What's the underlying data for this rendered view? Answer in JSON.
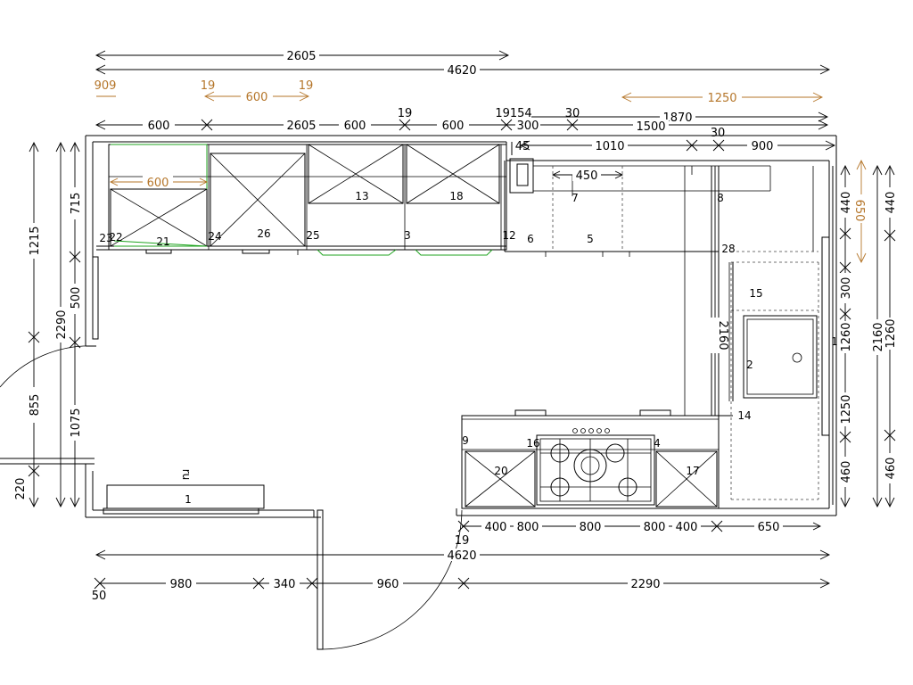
{
  "dims": {
    "top_total_2605": "2605",
    "top_total_4620": "4620",
    "o_909": "909",
    "o_19a": "19",
    "o_600": "600",
    "o_19b": "19",
    "o_1250": "1250",
    "o_600_inner": "600",
    "o_650": "650",
    "r_600a": "600",
    "r_2605": "2605",
    "r_600b": "600",
    "r_19": "19",
    "r_600c": "600",
    "r_19154": "19154",
    "r_30a": "30",
    "r_300": "300",
    "r_1870": "1870",
    "r_1500": "1500",
    "r_45": "45",
    "r_1010": "1010",
    "r_30b": "30",
    "r_900": "900",
    "r_450": "450",
    "l_1215": "1215",
    "l_855": "855",
    "l_220": "220",
    "l_715": "715",
    "l_500": "500",
    "l_2290": "2290",
    "l_1075": "1075",
    "c_2160": "2160",
    "ri_440": "440",
    "ri_300": "300",
    "ri_1260": "1260",
    "ri_1250": "1250",
    "ri_460": "460",
    "ro_440": "440",
    "ro_1260": "1260",
    "ro_2160": "2160",
    "ro_460": "460",
    "b_400a": "400",
    "b_800a": "800",
    "b_800b": "800",
    "b_800c": "800",
    "b_400b": "400",
    "b_650": "650",
    "b_19": "19",
    "b_4620": "4620",
    "b_50": "50",
    "b_980": "980",
    "b_340": "340",
    "b_960": "960",
    "b_2290": "2290"
  },
  "labels": {
    "u1": "1",
    "u2": "2",
    "u3": "3",
    "u4": "4",
    "u5": "5",
    "u6": "6",
    "u7": "7",
    "u8": "8",
    "u9": "9",
    "u11": "1",
    "u12": "12",
    "u13": "13",
    "u14": "14",
    "u15": "15",
    "u16": "16",
    "u17": "17",
    "u18": "18",
    "u20": "20",
    "u21": "21",
    "u22": "22",
    "u23": "23",
    "u24": "24",
    "u25": "25",
    "u26": "26",
    "u28": "28",
    "u_r": "ru"
  }
}
